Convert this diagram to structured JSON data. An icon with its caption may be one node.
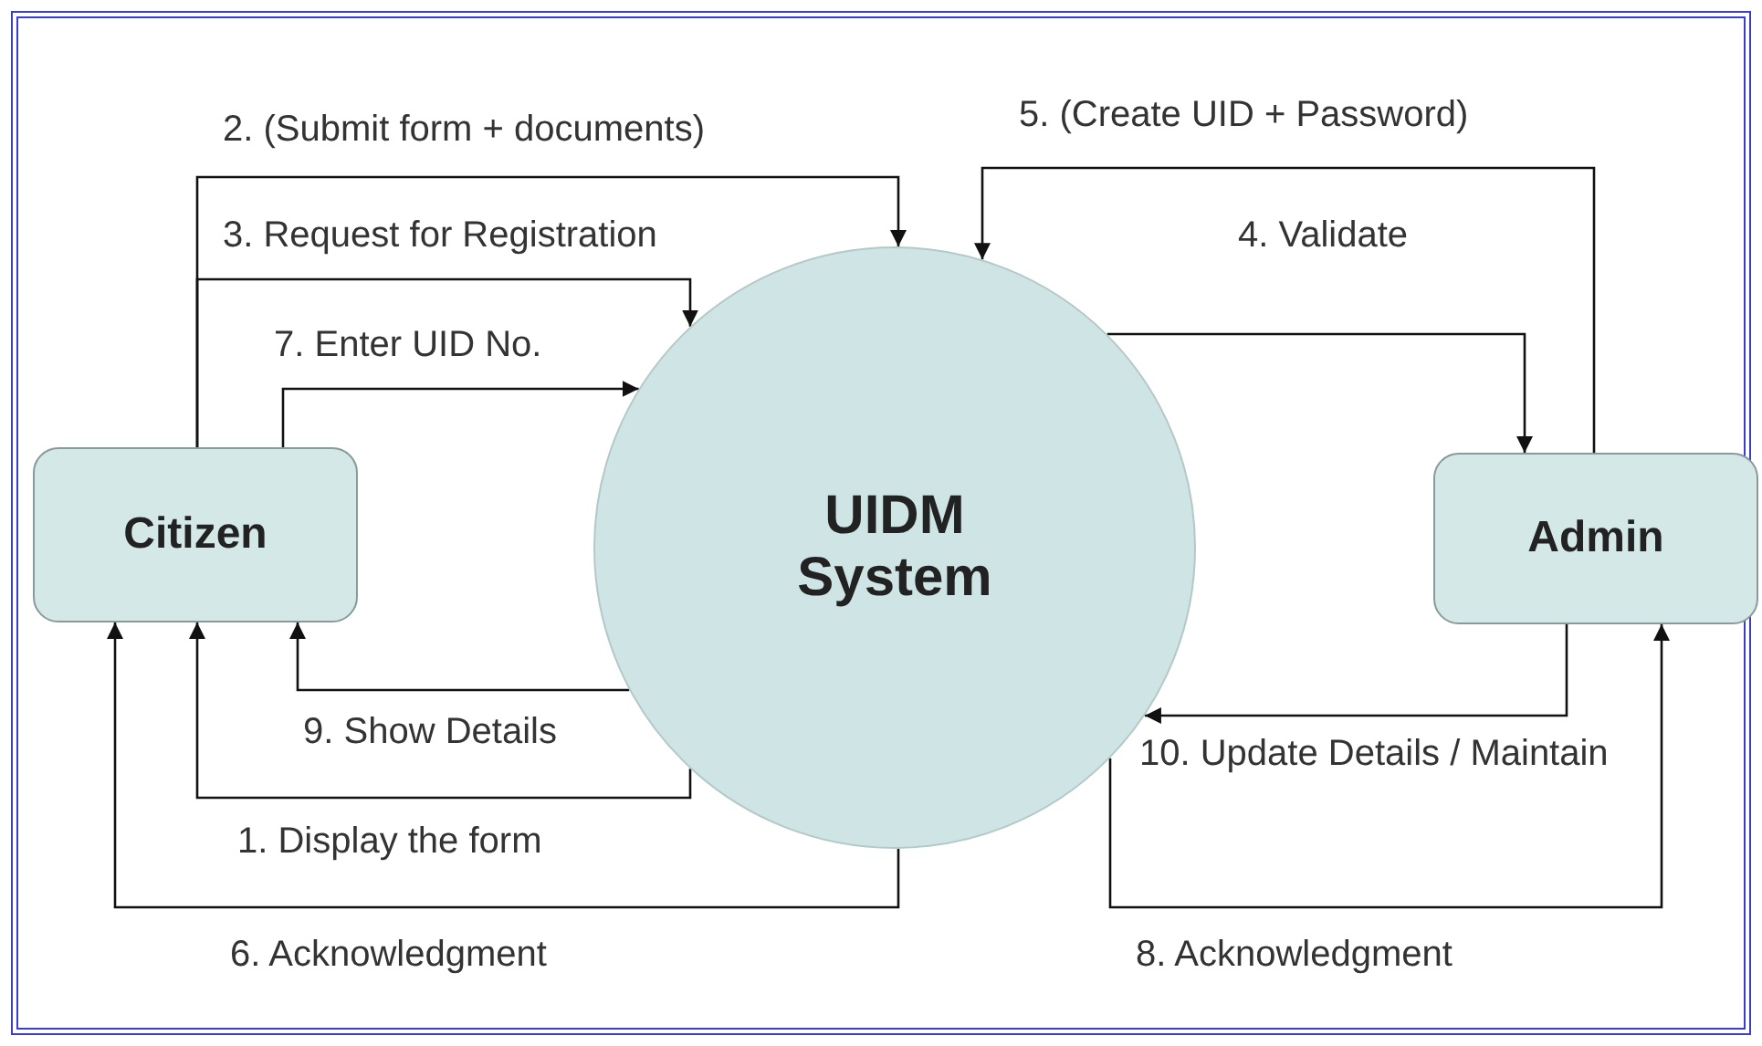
{
  "diagram": {
    "nodes": [
      {
        "text": [
          "Citizen"
        ]
      },
      {
        "text": [
          "UIDM System"
        ]
      },
      {
        "text": [
          "Admin"
        ]
      }
    ],
    "edges": [
      {
        "from": 1,
        "to": 0,
        "arrow": "to",
        "label": "1. Display the form"
      },
      {
        "from": 0,
        "to": 1,
        "arrow": "to",
        "label": "2. (Submit form + documents)"
      },
      {
        "from": 0,
        "to": 1,
        "arrow": "to",
        "label": "3. Request for Registration"
      },
      {
        "from": 1,
        "to": 2,
        "arrow": "to",
        "label": "4. Validate"
      },
      {
        "from": 2,
        "to": 1,
        "arrow": "to",
        "label": "5. (Create UID + Password)"
      },
      {
        "from": 1,
        "to": 0,
        "arrow": "to",
        "label": "6. Acknowledgment"
      },
      {
        "from": 0,
        "to": 1,
        "arrow": "to",
        "label": "7. Enter UID No."
      },
      {
        "from": 1,
        "to": 2,
        "arrow": "to",
        "label": "8. Acknowledgment"
      },
      {
        "from": 1,
        "to": 0,
        "arrow": "to",
        "label": "9. Show Details"
      },
      {
        "from": 2,
        "to": 1,
        "arrow": "to",
        "label": "10. Update Details / Maintain"
      }
    ]
  }
}
